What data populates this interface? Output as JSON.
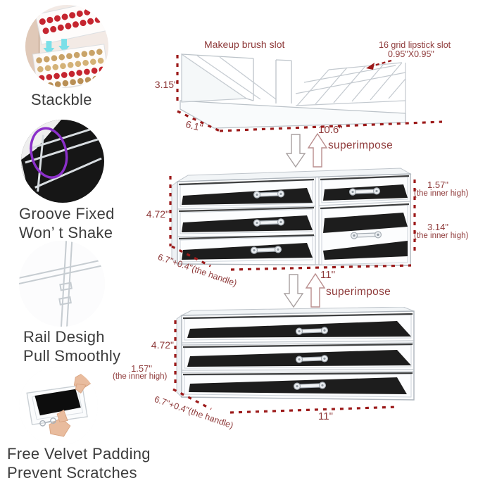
{
  "colors": {
    "label_red": "#8f3b3b",
    "dash_red": "#9c1a1a",
    "caption_gray": "#3c3c3c",
    "velvet_black": "#0b0b0b",
    "acrylic_stroke": "#b9c0c7"
  },
  "features": [
    {
      "photo": "stacked-organizers-photo",
      "caption_line1": "Stackble",
      "caption_line2": ""
    },
    {
      "photo": "groove-corner-photo",
      "caption_line1": "Groove Fixed",
      "caption_line2": "Won’ t Shake"
    },
    {
      "photo": "slide-rail-photo",
      "caption_line1": "Rail Desigh",
      "caption_line2": "Pull Smoothly"
    },
    {
      "photo": "velvet-padding-photo",
      "caption_line1": "Free Velvet Padding",
      "caption_line2": "Prevent Scratches"
    }
  ],
  "top_unit": {
    "brush_slot_label": "Makeup brush slot",
    "lipstick_label_line1": "16 grid lipstick slot",
    "lipstick_label_line2": "0.95\"X0.95\"",
    "height": "3.15\"",
    "depth": "6.1\"",
    "width": "10.6\"",
    "superimpose": "superimpose"
  },
  "middle_unit": {
    "height": "4.72\"",
    "inner_top": "1.57\"",
    "inner_top_note": "(the inner high)",
    "inner_bottom": "3.14\"",
    "inner_bottom_note": "(the inner high)",
    "depth": "6.7\"+0.4\"(the handle)",
    "width": "11\"",
    "superimpose": "superimpose"
  },
  "bottom_unit": {
    "height": "4.72\"",
    "inner": "1.57\"",
    "inner_note": "(the inner high)",
    "depth": "6.7\"+0.4\"(the handle)",
    "width": "11\""
  }
}
